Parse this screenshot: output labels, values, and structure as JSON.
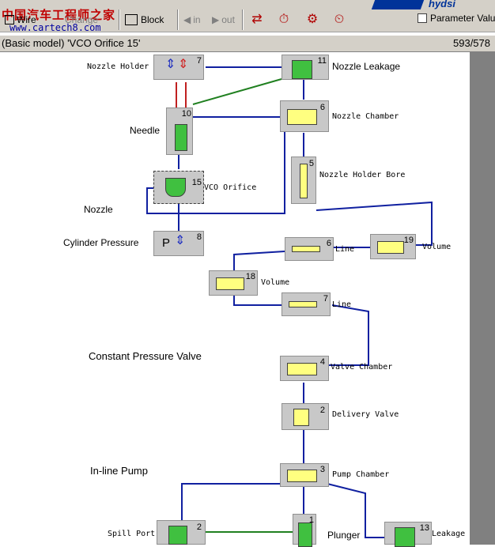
{
  "toolbar": {
    "watermark_cn": "中国汽车工程师之家",
    "watermark_url": "www.cartech8.com",
    "wire_label": "Wire",
    "change_label": "Change",
    "block_label": "Block",
    "zoom_in_label": "in",
    "zoom_out_label": "out",
    "parameter_label": "Parameter Valu",
    "brand": "hydsi"
  },
  "status": {
    "model": "(Basic model) 'VCO Orifice 15'",
    "coords": "593/578"
  },
  "elements": {
    "nozzle_holder": {
      "name": "Nozzle Holder",
      "num": "7"
    },
    "nozzle_leakage": {
      "name": "Nozzle Leakage",
      "num": "11"
    },
    "needle": {
      "name": "Needle",
      "num": "10"
    },
    "nozzle_chamber": {
      "name": "Nozzle Chamber",
      "num": "6"
    },
    "nozzle_holder_bore": {
      "name": "Nozzle Holder Bore",
      "num": "5"
    },
    "nozzle": {
      "name": "Nozzle",
      "orifice": "VCO Orifice",
      "num": "15"
    },
    "cylinder_pressure": {
      "name": "Cylinder Pressure",
      "num": "8",
      "glyph": "P"
    },
    "line6": {
      "name": "Line",
      "num": "6"
    },
    "volume19": {
      "name": "Volume",
      "num": "19"
    },
    "volume18": {
      "name": "Volume",
      "num": "18"
    },
    "line7": {
      "name": "Line",
      "num": "7"
    },
    "cpv": {
      "name": "Constant Pressure Valve"
    },
    "valve_chamber": {
      "name": "Valve Chamber",
      "num": "4"
    },
    "delivery_valve": {
      "name": "Delivery Valve",
      "num": "2"
    },
    "inline_pump": {
      "name": "In-line Pump"
    },
    "pump_chamber": {
      "name": "Pump Chamber",
      "num": "3"
    },
    "spill_port": {
      "name": "Spill Port",
      "num": "2"
    },
    "plunger": {
      "name": "Plunger",
      "num": "1"
    },
    "leakage": {
      "name": "Leakage",
      "num": "13"
    }
  },
  "colors": {
    "wire": "#1020a0",
    "green_wire": "#208020",
    "element_bg": "#c8c8c8",
    "tube": "#ffff80"
  }
}
